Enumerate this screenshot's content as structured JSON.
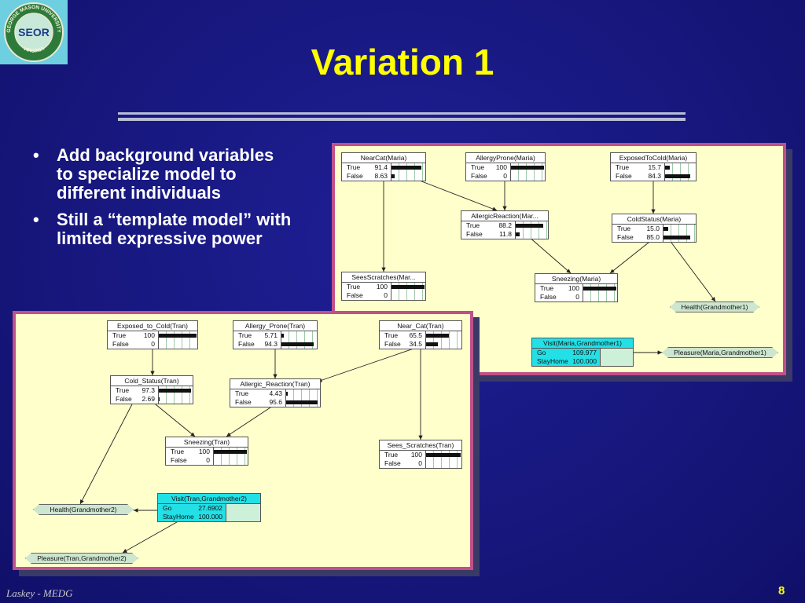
{
  "logo": {
    "text": "SEOR",
    "ring_top": "GEORGE MASON UNIVERSITY",
    "ring_bottom": "VIRGINIA"
  },
  "title": "Variation 1",
  "bullets": [
    "Add background variables to specialize model to different individuals",
    "Still a “template model” with limited expressive power"
  ],
  "bullet_glyph": "•",
  "panel1": {
    "nodes": [
      {
        "key": "nearcat",
        "title": "NearCat(Maria)",
        "states": [
          {
            "label": "True",
            "value": "91.4",
            "frac": 0.914
          },
          {
            "label": "False",
            "value": "8.63",
            "frac": 0.0863
          }
        ]
      },
      {
        "key": "allergyprone",
        "title": "AllergyProne(Maria)",
        "states": [
          {
            "label": "True",
            "value": "100",
            "frac": 1.0
          },
          {
            "label": "False",
            "value": "0",
            "frac": 0
          }
        ]
      },
      {
        "key": "exposedtocold",
        "title": "ExposedToCold(Maria)",
        "states": [
          {
            "label": "True",
            "value": "15.7",
            "frac": 0.157
          },
          {
            "label": "False",
            "value": "84.3",
            "frac": 0.843
          }
        ]
      },
      {
        "key": "allergicreaction",
        "title": "AllergicReaction(Mar...",
        "states": [
          {
            "label": "True",
            "value": "88.2",
            "frac": 0.882
          },
          {
            "label": "False",
            "value": "11.8",
            "frac": 0.118
          }
        ]
      },
      {
        "key": "coldstatus",
        "title": "ColdStatus(Maria)",
        "states": [
          {
            "label": "True",
            "value": "15.0",
            "frac": 0.15
          },
          {
            "label": "False",
            "value": "85.0",
            "frac": 0.85
          }
        ]
      },
      {
        "key": "seesscratches",
        "title": "SeesScratches(Mar...",
        "states": [
          {
            "label": "True",
            "value": "100",
            "frac": 1.0
          },
          {
            "label": "False",
            "value": "0",
            "frac": 0
          }
        ]
      },
      {
        "key": "sneezing",
        "title": "Sneezing(Maria)",
        "states": [
          {
            "label": "True",
            "value": "100",
            "frac": 1.0
          },
          {
            "label": "False",
            "value": "0",
            "frac": 0
          }
        ]
      }
    ],
    "decision": {
      "title": "Visit(Maria,Grandmother1)",
      "states": [
        {
          "label": "Go",
          "value": "109.977"
        },
        {
          "label": "StayHome",
          "value": "100.000"
        }
      ]
    },
    "utilities": [
      "Health(Grandmother1)",
      "Pleasure(Maria,Grandmother1)"
    ]
  },
  "panel2": {
    "nodes": [
      {
        "key": "exposed",
        "title": "Exposed_to_Cold(Tran)",
        "states": [
          {
            "label": "True",
            "value": "100",
            "frac": 1.0
          },
          {
            "label": "False",
            "value": "0",
            "frac": 0
          }
        ]
      },
      {
        "key": "allergy",
        "title": "Allergy_Prone(Tran)",
        "states": [
          {
            "label": "True",
            "value": "5.71",
            "frac": 0.0571
          },
          {
            "label": "False",
            "value": "94.3",
            "frac": 0.943
          }
        ]
      },
      {
        "key": "nearcat",
        "title": "Near_Cat(Tran)",
        "states": [
          {
            "label": "True",
            "value": "65.5",
            "frac": 0.655
          },
          {
            "label": "False",
            "value": "34.5",
            "frac": 0.345
          }
        ]
      },
      {
        "key": "cold",
        "title": "Cold_Status(Tran)",
        "states": [
          {
            "label": "True",
            "value": "97.3",
            "frac": 0.973
          },
          {
            "label": "False",
            "value": "2.69",
            "frac": 0.0269
          }
        ]
      },
      {
        "key": "allergic",
        "title": "Allergic_Reaction(Tran)",
        "states": [
          {
            "label": "True",
            "value": "4.43",
            "frac": 0.0443
          },
          {
            "label": "False",
            "value": "95.6",
            "frac": 0.956
          }
        ]
      },
      {
        "key": "sneezing",
        "title": "Sneezing(Tran)",
        "states": [
          {
            "label": "True",
            "value": "100",
            "frac": 1.0
          },
          {
            "label": "False",
            "value": "0",
            "frac": 0
          }
        ]
      },
      {
        "key": "sees",
        "title": "Sees_Scratches(Tran)",
        "states": [
          {
            "label": "True",
            "value": "100",
            "frac": 1.0
          },
          {
            "label": "False",
            "value": "0",
            "frac": 0
          }
        ]
      }
    ],
    "decision": {
      "title": "Visit(Tran,Grandmother2)",
      "states": [
        {
          "label": "Go",
          "value": "27.6902"
        },
        {
          "label": "StayHome",
          "value": "100.000"
        }
      ]
    },
    "utilities": [
      "Health(Grandmother2)",
      "Pleasure(Tran,Grandmother2)"
    ]
  },
  "footer": {
    "author": "Laskey - MEDG",
    "page": "8"
  },
  "colors": {
    "title": "#ffff00",
    "panel_bg": "#ffffcc",
    "panel_border": "#c0508a",
    "decision": "#22e0e6",
    "background": "#1a1a8a"
  }
}
